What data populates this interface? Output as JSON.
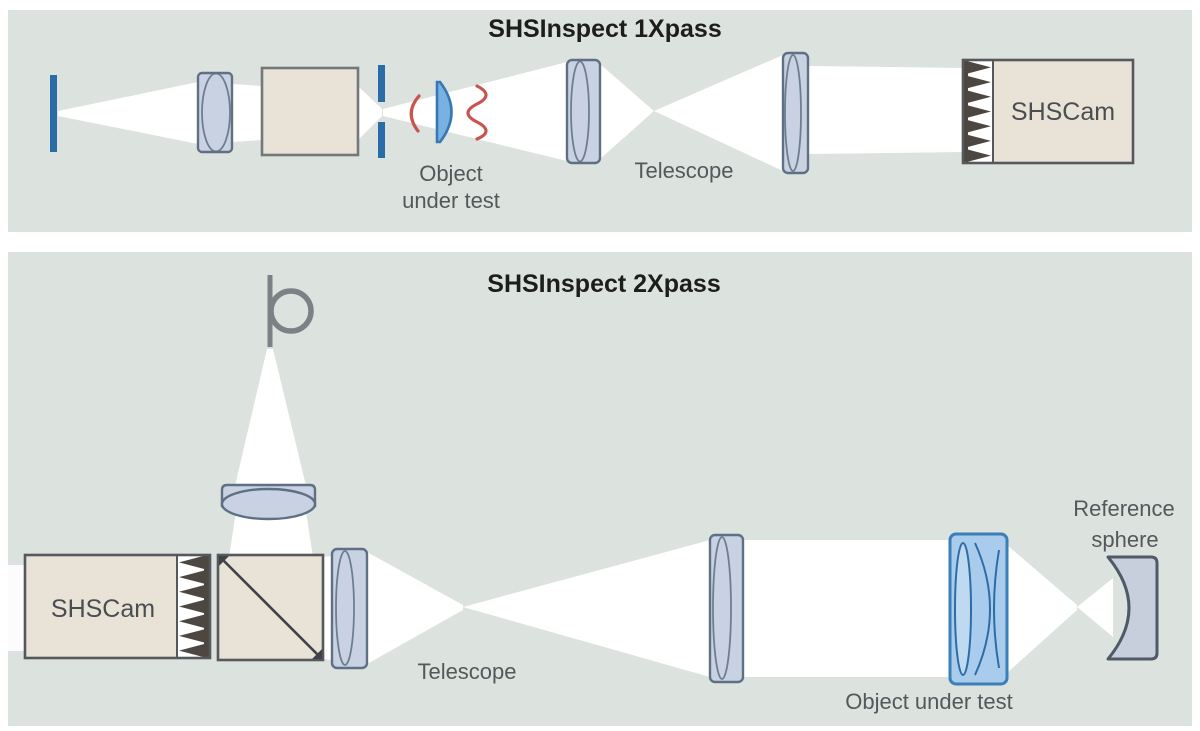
{
  "panels": [
    {
      "title": "SHSInspect 1Xpass",
      "labels": {
        "object_line1": "Object",
        "object_line2": "under test",
        "telescope": "Telescope",
        "camera": "SHSCam"
      }
    },
    {
      "title": "SHSInspect 2Xpass",
      "labels": {
        "camera": "SHSCam",
        "telescope": "Telescope",
        "object": "Object under test",
        "reference_line1": "Reference",
        "reference_line2": "sphere"
      }
    }
  ],
  "colors": {
    "background": "#ffffff",
    "panel_background": "#dce2de",
    "beam": "#ffffff",
    "lens_fill": "#c9d2e3",
    "lens_stroke": "#5f7084",
    "box_fill": "#e8e2d7",
    "box_stroke": "#74787a",
    "camera_stroke": "#55595c",
    "grating_dark": "#4d4742",
    "source_blue": "#2a6ca8",
    "wavefront_red": "#c9534f",
    "object_lens_fill": "#79b1e0",
    "object_lens_stroke": "#3578b5",
    "object_assembly_fill": "#aaccec",
    "object_assembly_stroke": "#3b7fb9",
    "object_assembly_inner": "#2d6da7",
    "fiber_gray": "#7b8285",
    "mirror_fill": "#c8cfdc",
    "mirror_stroke": "#4f5a67",
    "title_color": "#1d1d1b",
    "label_color": "#54585b"
  }
}
